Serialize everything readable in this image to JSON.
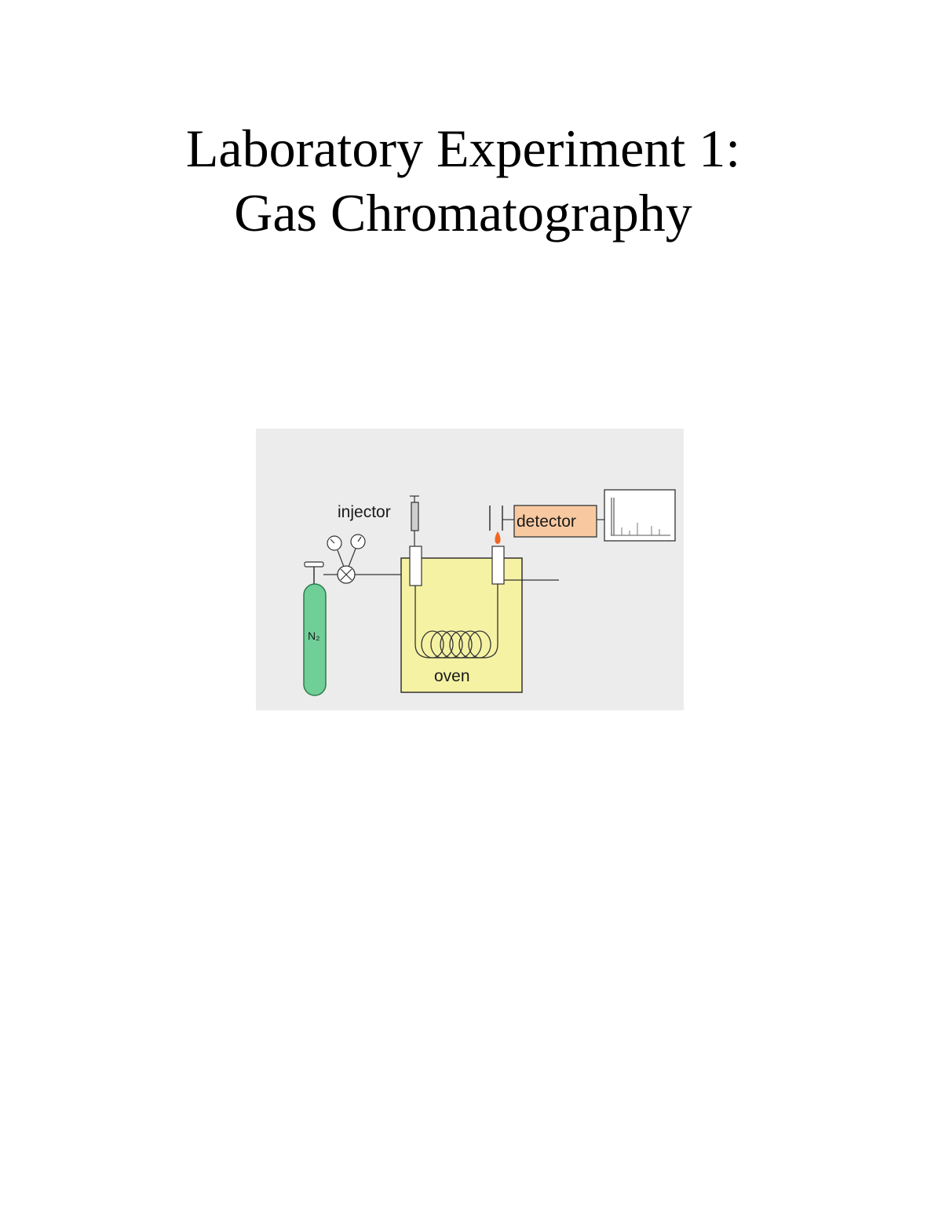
{
  "title": {
    "line1": "Laboratory Experiment 1:",
    "line2": "Gas Chromatography"
  },
  "diagram": {
    "labels": {
      "injector": "injector",
      "detector": "detector",
      "oven": "oven",
      "cylinder": "N₂"
    },
    "colors": {
      "background": "#ececec",
      "oven": "#f5f2a3",
      "detector": "#f8c9a0",
      "cylinder": "#6fcf97",
      "flame": "#f26522"
    }
  }
}
